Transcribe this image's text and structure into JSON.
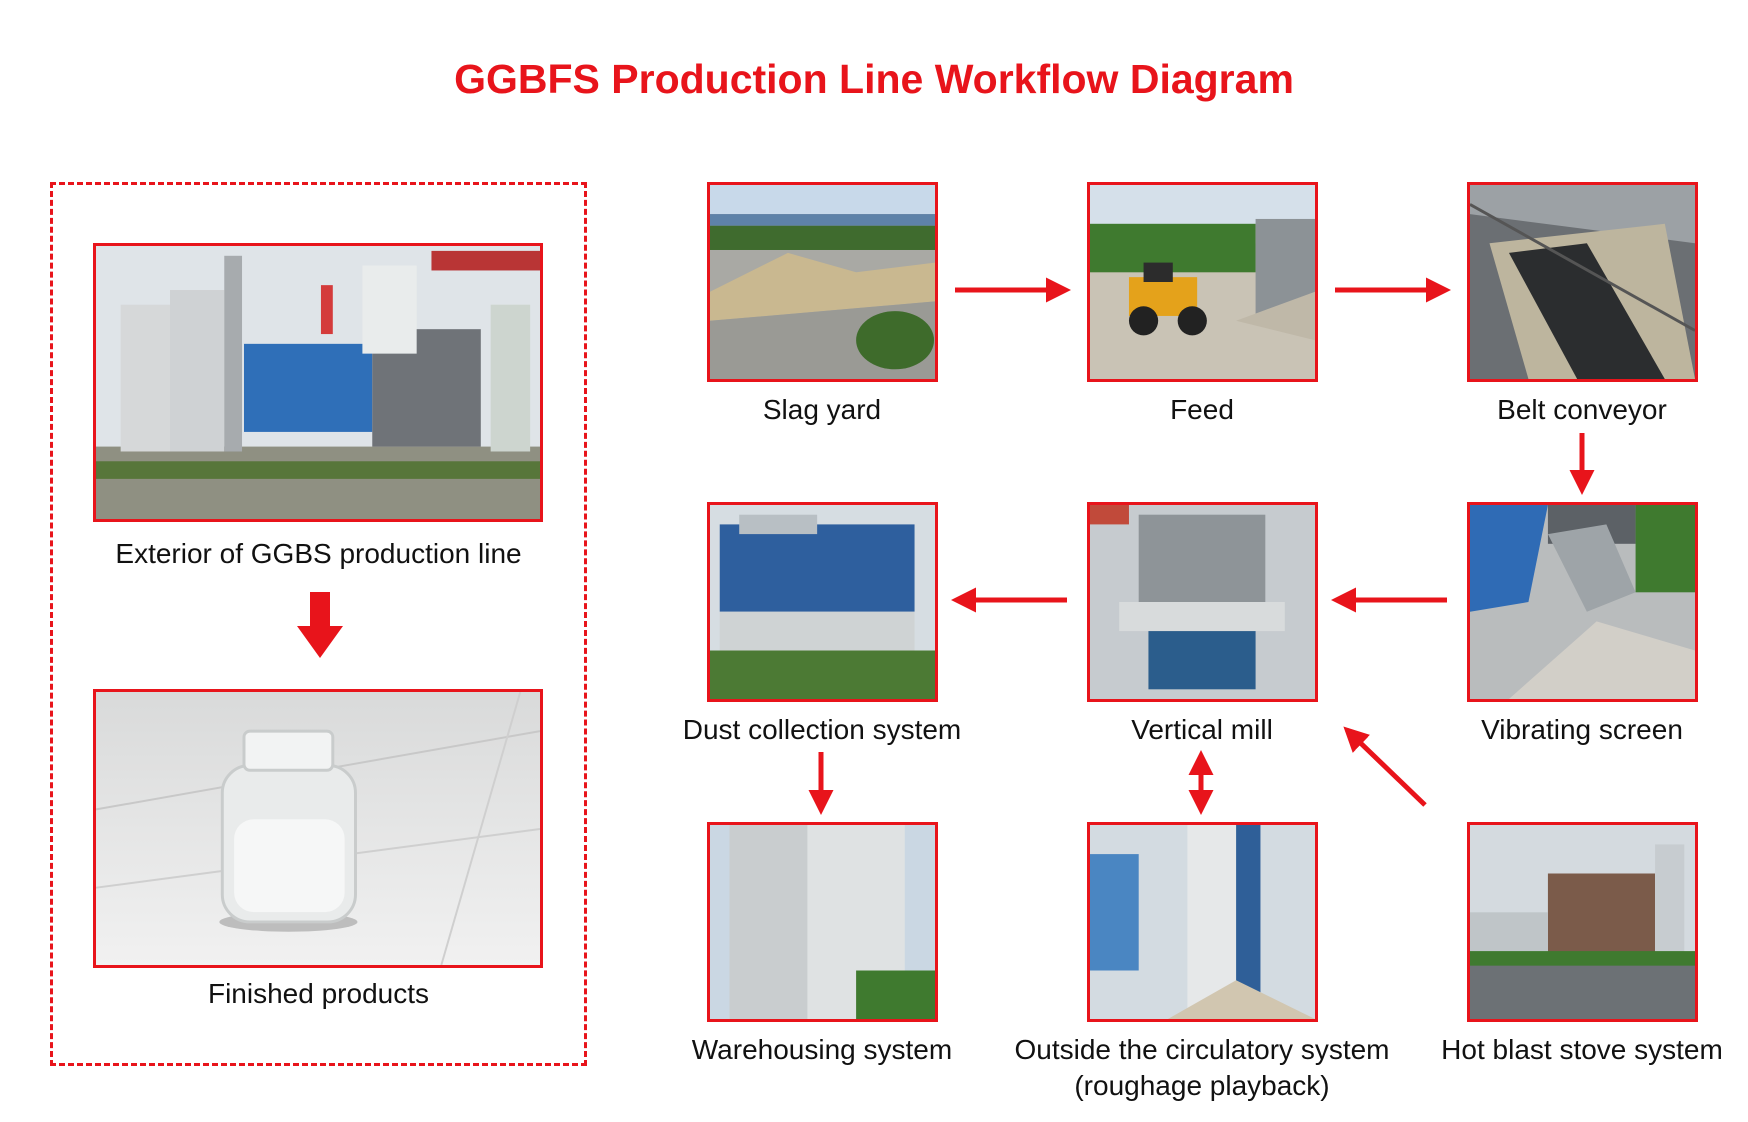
{
  "title": "GGBFS Production Line Workflow Diagram",
  "sidebar": {
    "exterior_label": "Exterior of GGBS production line",
    "finished_label": "Finished products"
  },
  "steps": {
    "slag_yard": "Slag yard",
    "feed": "Feed",
    "belt_conveyor": "Belt conveyor",
    "vibrating_screen": "Vibrating screen",
    "vertical_mill": "Vertical mill",
    "dust_collection": "Dust collection system",
    "warehousing": "Warehousing system",
    "circulatory_line1": "Outside the circulatory system",
    "circulatory_line2": "(roughage playback)",
    "hot_blast": "Hot blast stove system"
  },
  "colors": {
    "accent": "#e8141b"
  }
}
